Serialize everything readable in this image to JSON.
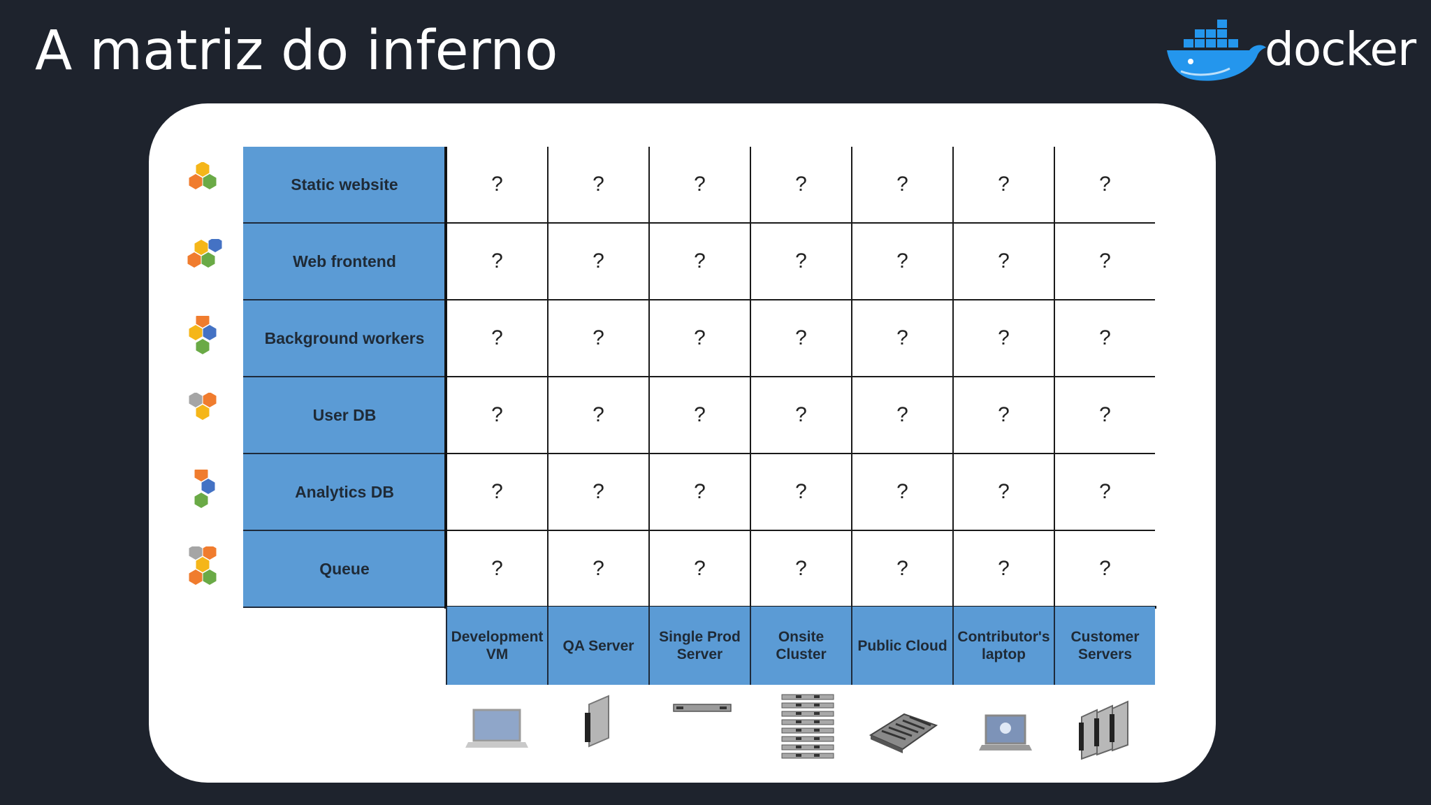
{
  "slide": {
    "title": "A matriz do inferno"
  },
  "logo": {
    "text": "docker",
    "color": "#2496ed"
  },
  "matrix": {
    "rows": [
      {
        "label": "Static website",
        "icon": "hex-cluster-orange-green-yellow-icon"
      },
      {
        "label": "Web frontend",
        "icon": "hex-cluster-yellow-blue-orange-green-icon"
      },
      {
        "label": "Background workers",
        "icon": "hex-cluster-orange-yellow-blue-green-icon"
      },
      {
        "label": "User DB",
        "icon": "hex-cluster-gray-orange-yellow-icon"
      },
      {
        "label": "Analytics DB",
        "icon": "hex-cluster-orange-blue-green-icon"
      },
      {
        "label": "Queue",
        "icon": "hex-cluster-gray-orange-yellow-green-icon"
      }
    ],
    "columns": [
      {
        "label": "Development\nVM",
        "icon": "laptop-icon"
      },
      {
        "label": "QA Server",
        "icon": "blade-server-icon"
      },
      {
        "label": "Single Prod\nServer",
        "icon": "rack-server-icon"
      },
      {
        "label": "Onsite\nCluster",
        "icon": "server-stack-icon"
      },
      {
        "label": "Public Cloud",
        "icon": "motherboard-icon"
      },
      {
        "label": "Contributor's\nlaptop",
        "icon": "dell-laptop-icon"
      },
      {
        "label": "Customer\nServers",
        "icon": "blade-servers-icon"
      }
    ],
    "cell_value": "?",
    "colors": {
      "header_blue": "#5b9bd5",
      "orange": "#f07c2e",
      "green": "#6aaa46",
      "yellow": "#f5b619",
      "blue": "#4472c4",
      "gray": "#a5a5a5"
    }
  }
}
